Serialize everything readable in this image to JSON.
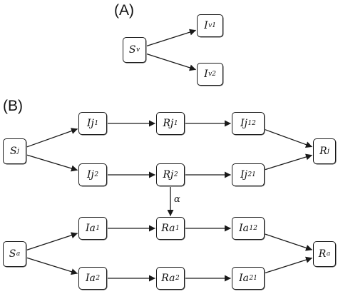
{
  "panel_labels": {
    "a": "(A)",
    "b": "(B)"
  },
  "nodes": {
    "Sv": {
      "main": "S",
      "sub": "v"
    },
    "Iv1": {
      "main": "I",
      "sub": "v1"
    },
    "Iv2": {
      "main": "I",
      "sub": "v2"
    },
    "Sj": {
      "main": "S",
      "sub": "j"
    },
    "Ij1": {
      "main": "Ij",
      "sub": "1"
    },
    "Ij2": {
      "main": "Ij",
      "sub": "2"
    },
    "Rj1": {
      "main": "Rj",
      "sub": "1"
    },
    "Rj2": {
      "main": "Rj",
      "sub": "2"
    },
    "Ij12": {
      "main": "Ij",
      "sub": "12"
    },
    "Ij21": {
      "main": "Ij",
      "sub": "21"
    },
    "Rj": {
      "main": "R",
      "sub": "j"
    },
    "Sa": {
      "main": "S",
      "sub": "a"
    },
    "Ia1": {
      "main": "Ia",
      "sub": "1"
    },
    "Ia2": {
      "main": "Ia",
      "sub": "2"
    },
    "Ra1": {
      "main": "Ra",
      "sub": "1"
    },
    "Ra2": {
      "main": "Ra",
      "sub": "2"
    },
    "Ia12": {
      "main": "Ia",
      "sub": "12"
    },
    "Ia21": {
      "main": "Ia",
      "sub": "21"
    },
    "Ra": {
      "main": "R",
      "sub": "a"
    }
  },
  "edges": [
    {
      "from": "Sv",
      "to": "Iv1"
    },
    {
      "from": "Sv",
      "to": "Iv2"
    },
    {
      "from": "Sj",
      "to": "Ij1"
    },
    {
      "from": "Sj",
      "to": "Ij2"
    },
    {
      "from": "Ij1",
      "to": "Rj1"
    },
    {
      "from": "Rj1",
      "to": "Ij12"
    },
    {
      "from": "Ij2",
      "to": "Rj2"
    },
    {
      "from": "Rj2",
      "to": "Ij21"
    },
    {
      "from": "Ij12",
      "to": "Rj"
    },
    {
      "from": "Ij21",
      "to": "Rj"
    },
    {
      "from": "Rj2",
      "to": "Ra1",
      "label": "alpha"
    },
    {
      "from": "Sa",
      "to": "Ia1"
    },
    {
      "from": "Sa",
      "to": "Ia2"
    },
    {
      "from": "Ia1",
      "to": "Ra1"
    },
    {
      "from": "Ra1",
      "to": "Ia12"
    },
    {
      "from": "Ia2",
      "to": "Ra2"
    },
    {
      "from": "Ra2",
      "to": "Ia21"
    },
    {
      "from": "Ia12",
      "to": "Ra"
    },
    {
      "from": "Ia21",
      "to": "Ra"
    }
  ],
  "edge_labels": {
    "alpha": "α"
  },
  "colors": {
    "stroke": "#1a1a1a",
    "background": "#ffffff"
  }
}
